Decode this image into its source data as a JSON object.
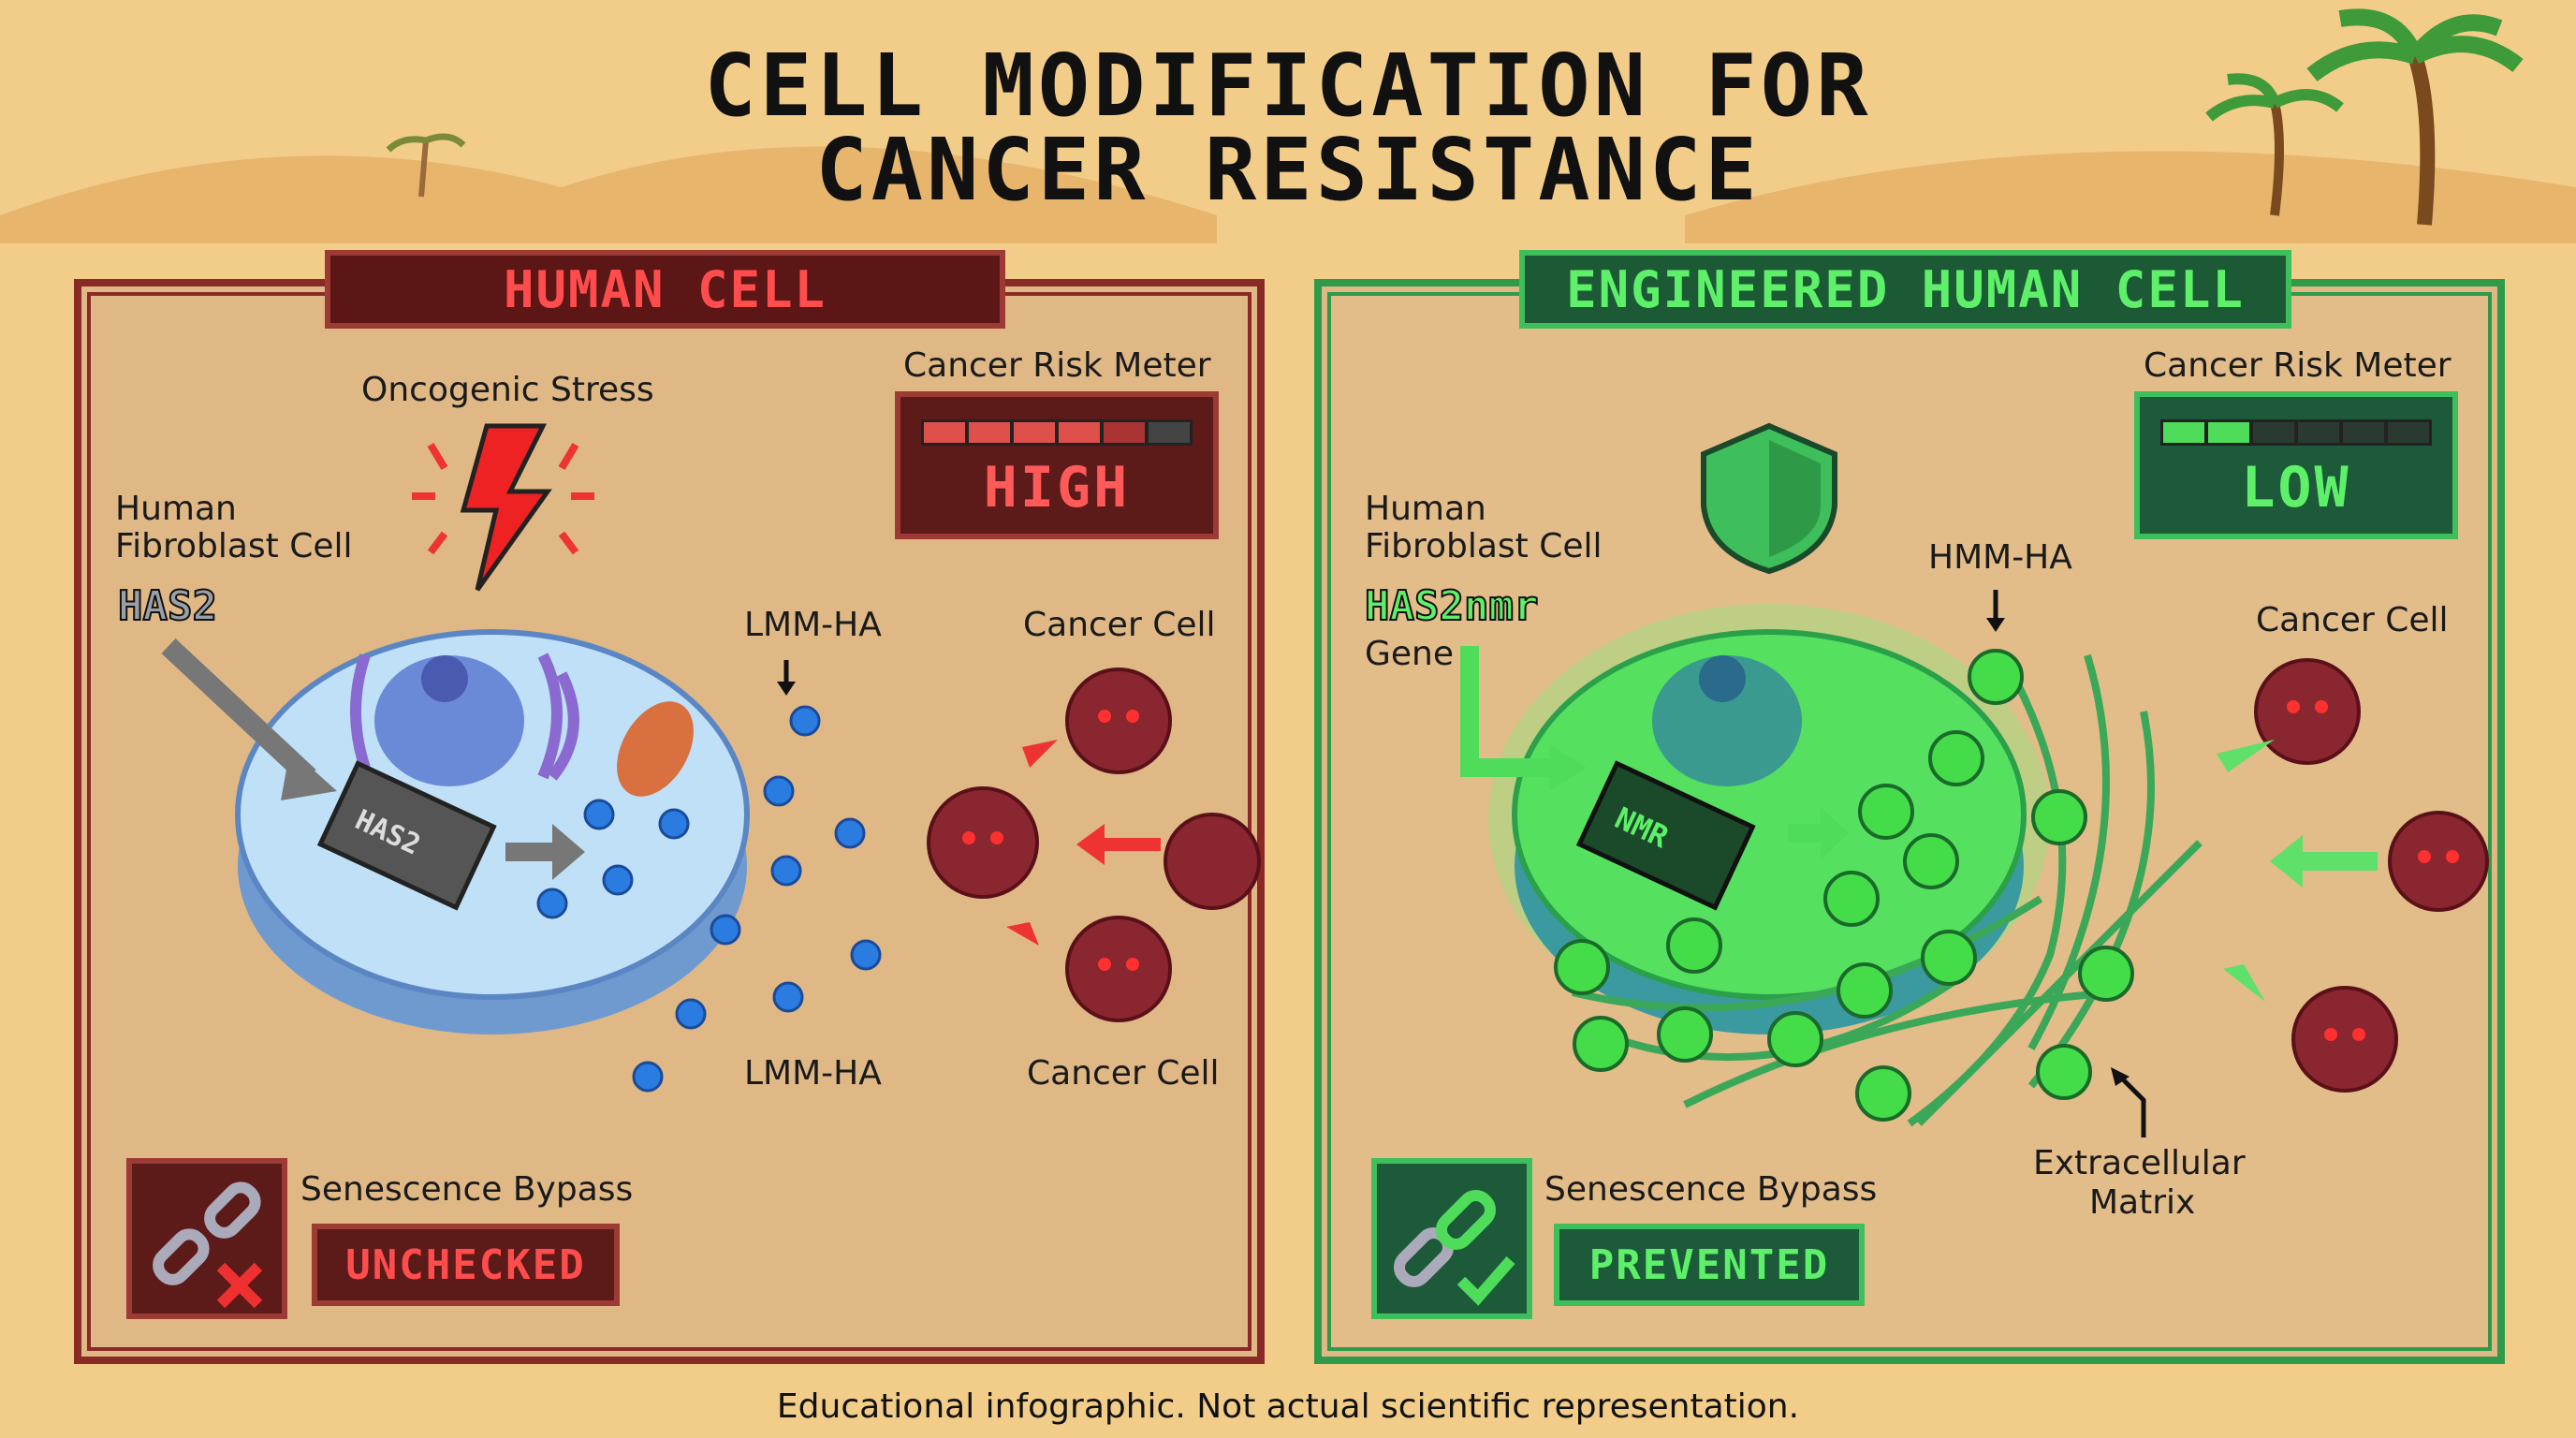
{
  "title": {
    "line1": "CELL MODIFICATION FOR",
    "line2": "CANCER RESISTANCE"
  },
  "left_panel": {
    "header": "HUMAN CELL",
    "stress_label": "Oncogenic Stress",
    "cell_label_line1": "Human",
    "cell_label_line2": "Fibroblast Cell",
    "gene_badge": "HAS2",
    "chip_label": "HAS2",
    "molecule_label_top": "LMM-HA",
    "molecule_label_bottom": "LMM-HA",
    "cancer_label_top": "Cancer Cell",
    "cancer_label_bottom": "Cancer Cell",
    "meter": {
      "label": "Cancer Risk Meter",
      "value": "HIGH",
      "level_percent": 85,
      "color": "#e0504a"
    },
    "senescence": {
      "label": "Senescence Bypass",
      "status": "UNCHECKED",
      "icon": "broken-chain-x-icon"
    }
  },
  "right_panel": {
    "header": "ENGINEERED HUMAN CELL",
    "cell_label_line1": "Human",
    "cell_label_line2": "Fibroblast Cell",
    "gene_badge": "HAS2nmr",
    "gene_suffix": "Gene",
    "chip_label": "NMR",
    "molecule_label": "HMM-HA",
    "cancer_label": "Cancer Cell",
    "matrix_label_line1": "Extracellular",
    "matrix_label_line2": "Matrix",
    "meter": {
      "label": "Cancer Risk Meter",
      "value": "LOW",
      "level_percent": 25,
      "color": "#4fdc5a"
    },
    "senescence": {
      "label": "Senescence Bypass",
      "status": "PREVENTED",
      "icon": "chain-check-icon"
    },
    "shield_icon": "shield-icon"
  },
  "footer": "Educational infographic. Not actual scientific representation.",
  "colors": {
    "red_accent": "#ff4d4d",
    "green_accent": "#5ff06a",
    "background": "#f2cd8a"
  }
}
